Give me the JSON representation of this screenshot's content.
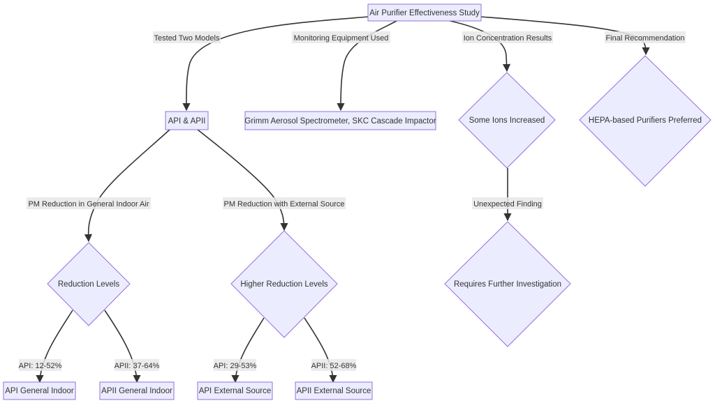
{
  "nodes": {
    "root": "Air Purifier Effectiveness Study",
    "models": "API & APII",
    "equipment": "Grimm Aerosol Spectrometer, SKC Cascade Impactor",
    "ions": "Some Ions Increased",
    "recommendation": "HEPA-based Purifiers Preferred",
    "reduction_levels": "Reduction Levels",
    "higher_reduction_levels": "Higher Reduction Levels",
    "further_investigation": "Requires Further Investigation",
    "api_general": "API General Indoor",
    "apii_general": "APII General Indoor",
    "api_external": "API External Source",
    "apii_external": "APII External Source"
  },
  "edge_labels": {
    "tested_two_models": "Tested Two Models",
    "monitoring_equipment": "Monitoring Equipment Used",
    "ion_results": "Ion Concentration Results",
    "final_recommendation": "Final Recommendation",
    "pm_general": "PM Reduction in General Indoor Air",
    "pm_external": "PM Reduction with External Source",
    "unexpected": "Unexpected Finding",
    "api_general_range": "API: 12-52%",
    "apii_general_range": "APII: 37-64%",
    "api_external_range": "API: 29-53%",
    "apii_external_range": "APII: 52-68%"
  },
  "colors": {
    "node_fill": "#ececff",
    "node_stroke": "#9370db",
    "edge": "#333333",
    "label_bg": "#e8e8e8"
  }
}
